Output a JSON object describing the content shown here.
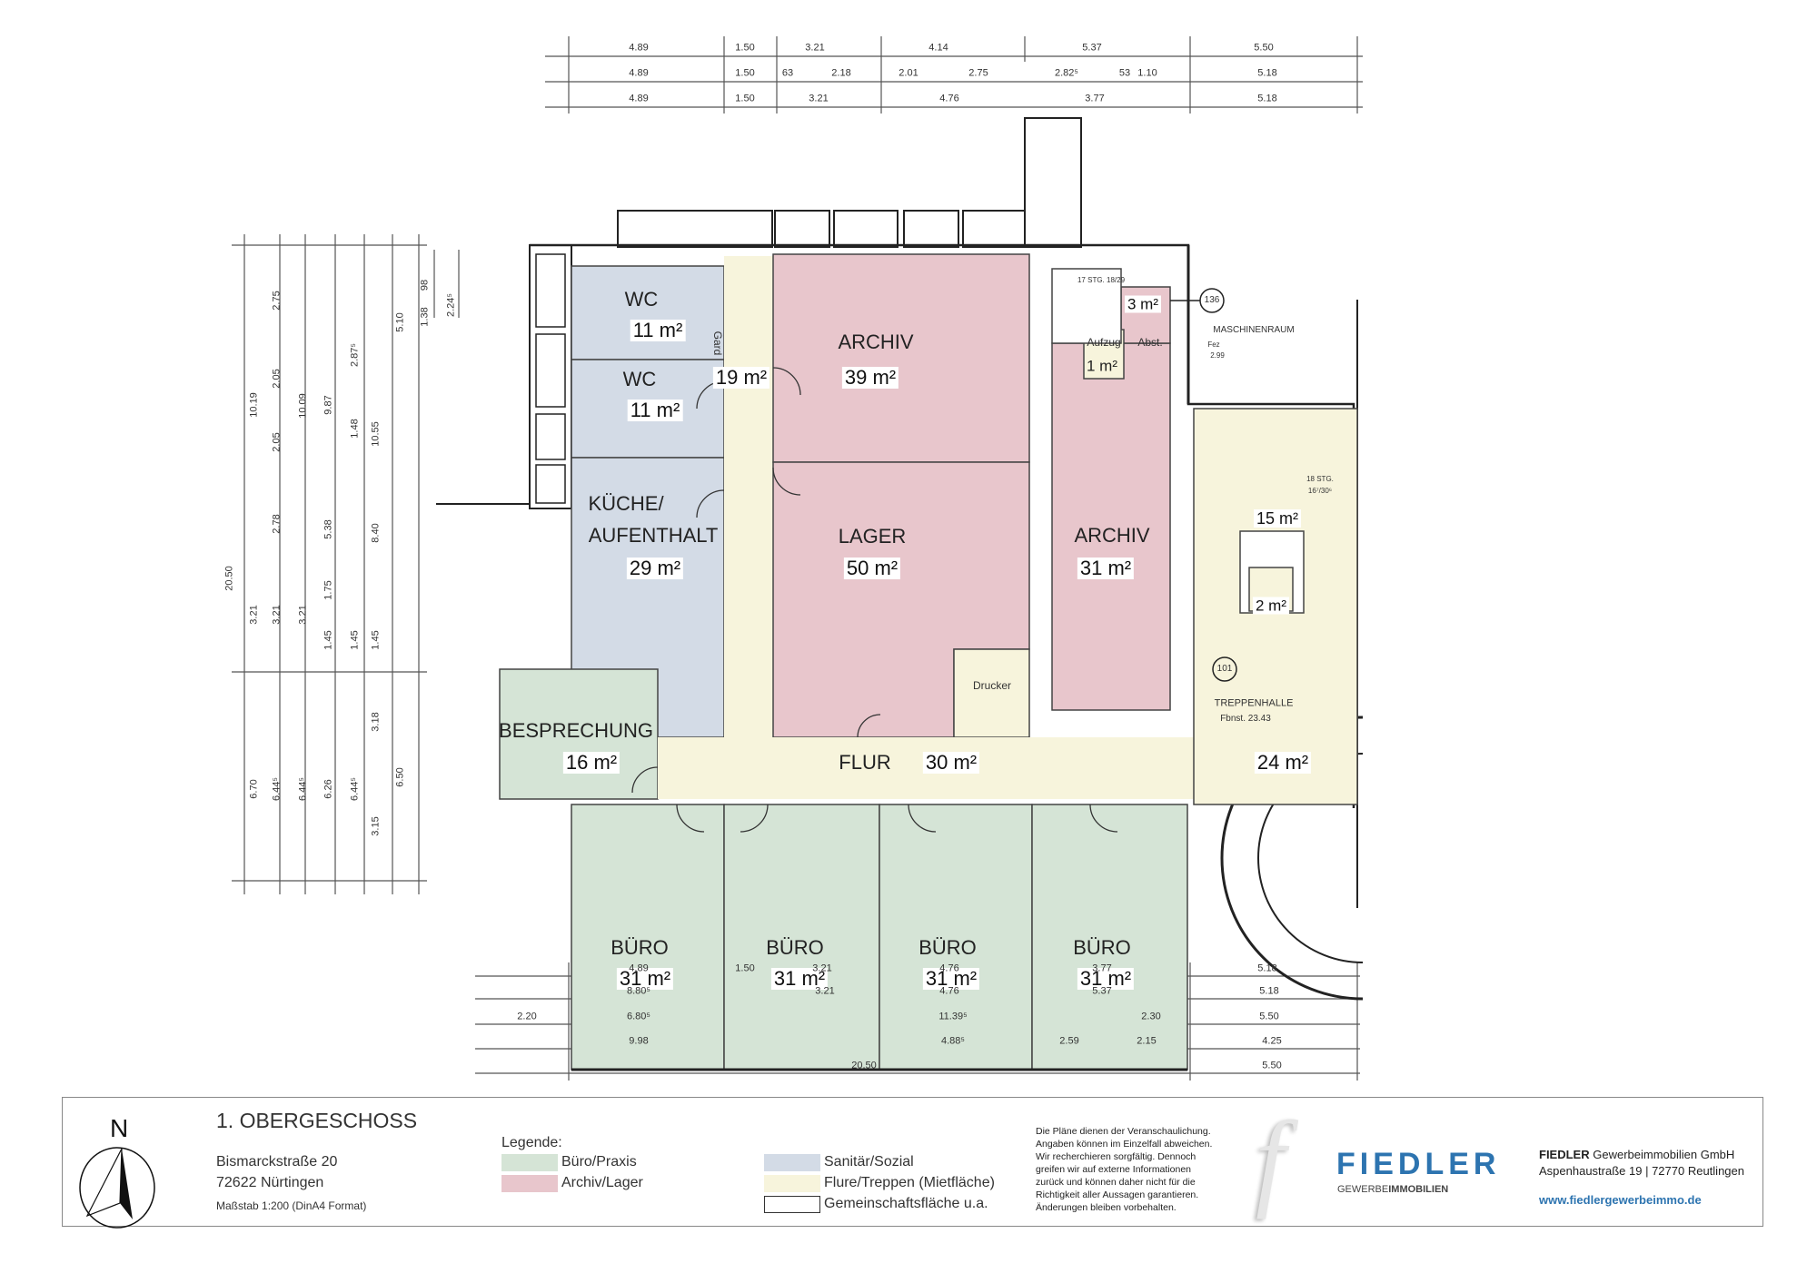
{
  "plan": {
    "rooms": [
      {
        "id": "wc1",
        "name": "WC",
        "area": "11 m²",
        "category": "sanitaer"
      },
      {
        "id": "wc2",
        "name": "WC",
        "area": "11 m²",
        "category": "sanitaer"
      },
      {
        "id": "gard",
        "name": "Gard",
        "area": "19 m²",
        "category": "flur"
      },
      {
        "id": "archiv1",
        "name": "ARCHIV",
        "area": "39 m²",
        "category": "archiv"
      },
      {
        "id": "kueche",
        "name": "KÜCHE/",
        "name2": "AUFENTHALT",
        "area": "29 m²",
        "category": "sanitaer"
      },
      {
        "id": "lager",
        "name": "LAGER",
        "area": "50 m²",
        "category": "archiv"
      },
      {
        "id": "archiv2",
        "name": "ARCHIV",
        "area": "31 m²",
        "category": "archiv"
      },
      {
        "id": "abst",
        "name": "Abst.",
        "area": "3 m²",
        "category": "archiv"
      },
      {
        "id": "aufzug",
        "name": "Aufzug",
        "area": "1 m²",
        "category": "flur"
      },
      {
        "id": "besprechung",
        "name": "BESPRECHUNG",
        "area": "16 m²",
        "category": "buero"
      },
      {
        "id": "flur",
        "name": "FLUR",
        "area": "30 m²",
        "category": "flur"
      },
      {
        "id": "treppe",
        "name": "TREPPENHALLE",
        "area": "24 m²",
        "area2": "15 m²",
        "area3": "2 m²",
        "category": "flur"
      },
      {
        "id": "buero1",
        "name": "BÜRO",
        "area": "31 m²",
        "category": "buero"
      },
      {
        "id": "buero2",
        "name": "BÜRO",
        "area": "31 m²",
        "category": "buero"
      },
      {
        "id": "buero3",
        "name": "BÜRO",
        "area": "31 m²",
        "category": "buero"
      },
      {
        "id": "buero4",
        "name": "BÜRO",
        "area": "31 m²",
        "category": "buero"
      }
    ],
    "annotations": {
      "drucker": "Drucker",
      "room_136": "136",
      "maschinenraum": "MASCHINENRAUM",
      "fez": "Fez",
      "fez_value": "2.99",
      "stair1": "17 STG. 18/29",
      "stair2_a": "18 STG.",
      "stair2_b": "16⁷/30⁶",
      "room_101": "101",
      "fbnst": "Fbnst. 23.43"
    },
    "dimensions": {
      "top": [
        [
          "4.89",
          "1.50",
          "3.21",
          "4.14",
          "5.37",
          "5.50"
        ],
        [
          "4.89",
          "1.50",
          "63",
          "2.18",
          "2.01",
          "2.75",
          "2.82⁵",
          "53",
          "1.10",
          "5.18"
        ],
        [
          "4.89",
          "1.50",
          "3.21",
          "4.76",
          "3.77",
          "5.18"
        ]
      ],
      "bottom": [
        [
          "4.89",
          "1.50",
          "3.21",
          "4.76",
          "3.77",
          "5.18"
        ],
        [
          "8.80⁵",
          "3.21",
          "4.76",
          "5.37",
          "5.18"
        ],
        [
          "2.20",
          "6.80⁵",
          "11.39⁵",
          "2.30",
          "5.50"
        ],
        [
          "9.98",
          "4.88⁵",
          "2.59",
          "2.15",
          "4.25"
        ],
        [
          "20.50",
          "5.50"
        ]
      ],
      "left": [
        [
          "10.19",
          "20.50",
          "3.21",
          "6.70"
        ],
        [
          "2.75",
          "2.05",
          "2.05",
          "2.78",
          "3.21",
          "6.44⁵"
        ],
        [
          "10.09",
          "3.21",
          "6.44⁵"
        ],
        [
          "9.87",
          "5.38",
          "1.75",
          "1.45",
          "6.26"
        ],
        [
          "2.87⁵",
          "1.48",
          "1.45",
          "6.44⁵"
        ],
        [
          "10.55",
          "8.40",
          "1.45",
          "3.18",
          "3.15"
        ],
        [
          "5.10",
          "6.50"
        ],
        [
          "98",
          "1.38",
          "2.24⁵"
        ]
      ]
    }
  },
  "footer": {
    "north": "N",
    "title": "1. OBERGESCHOSS",
    "street": "Bismarckstraße 20",
    "city": "72622 Nürtingen",
    "scale": "Maßstab 1:200 (DinA4 Format)",
    "legend_title": "Legende:",
    "legend": [
      {
        "label": "Büro/Praxis",
        "color": "#d5e4d6"
      },
      {
        "label": "Archiv/Lager",
        "color": "#e8c6cc"
      },
      {
        "label": "Sanitär/Sozial",
        "color": "#d3dbe6"
      },
      {
        "label": "Flure/Treppen (Mietfläche)",
        "color": "#f7f4dc"
      },
      {
        "label": "Gemeinschaftsfläche u.a.",
        "color": "#ffffff"
      }
    ],
    "disclaimer": [
      "Die Pläne dienen der Veranschaulichung.",
      "Angaben können im Einzelfall abweichen.",
      "Wir recherchieren sorgfältig. Dennoch",
      "greifen wir auf externe Informationen",
      "zurück und können daher nicht für die",
      "Richtigkeit aller Aussagen garantieren.",
      "Änderungen bleiben vorbehalten."
    ],
    "logo_letter": "f",
    "brand": "FIEDLER",
    "brand_sub_a": "GEWERBE",
    "brand_sub_b": "IMMOBILIEN",
    "company_bold": "FIEDLER",
    "company_rest": " Gewerbeimmobilien GmbH",
    "company_address": "Aspenhaustraße 19 | 72770 Reutlingen",
    "website": "www.fiedlergewerbeimmo.de",
    "brand_color": "#2d74b0"
  }
}
